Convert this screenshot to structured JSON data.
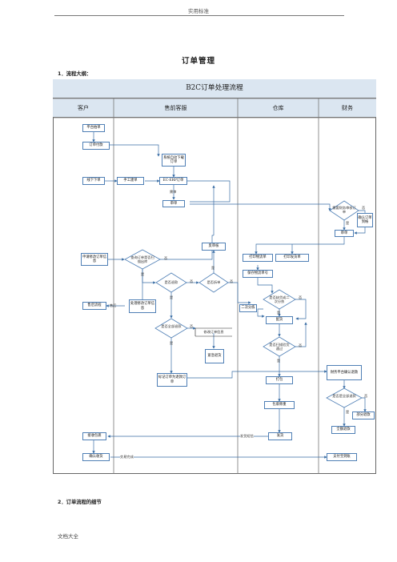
{
  "header": {
    "title": "实用标准"
  },
  "doc": {
    "title": "订单管理",
    "section1": "1．流程大纲：",
    "section2": "2．订单流程的细节"
  },
  "footer": {
    "text": "文档大全"
  },
  "flow": {
    "title": "B2C订单处理流程",
    "lanes": [
      "客户",
      "售前客服",
      "仓库",
      "财务"
    ],
    "nodes": {
      "platform_order": "平台拍单",
      "pay_order": "订单付款",
      "offline_order": "线下下单",
      "manual_create": "手工建单",
      "system_auto": "系统自动下载订单",
      "ec_erp": "EC-ERP订单",
      "review": "审单",
      "finance_check": "需要财务审核订单",
      "finance_auth": "确认订单到帐",
      "audit": "审单",
      "apply_modify": "申请修改订单信息",
      "print_check": "查询订单是否扫描出库",
      "refund_check": "是否退款",
      "split_check": "是否拆单",
      "back_order": "反审核",
      "print_logistics": "打印物流单",
      "print_invoice": "打印发货单",
      "hold_logistics": "保存物流单号",
      "stock_check": "是否缺货或二次分拣",
      "after_sales": "售后流程",
      "handle_modify": "处理修改订单信息",
      "full_refund": "是否全部退款",
      "modify_order": "修改订单信息",
      "stop_ship": "紧急退货",
      "second_sort": "二次分拣",
      "pack": "配货",
      "scan_check": "是否扫描验货通过",
      "mark_refund": "标记订单为退款订单",
      "confirm_refund": "财务平台确认退款",
      "need_refund": "是否是全部退款",
      "partial_refund": "部分退款",
      "full_refund_fin": "全额退款",
      "weigh": "打包",
      "package_weigh": "包裹称重",
      "receive_goods": "接收包裹",
      "ship": "发货",
      "confirm_receipt": "确认收货",
      "pay_received": "支付宝到账"
    },
    "edge_labels": {
      "need_audit": "需审",
      "no": "否",
      "yes": "是",
      "after_sale": "售后",
      "ship_notice": "发货短信",
      "trade_success": "交易完成"
    }
  }
}
